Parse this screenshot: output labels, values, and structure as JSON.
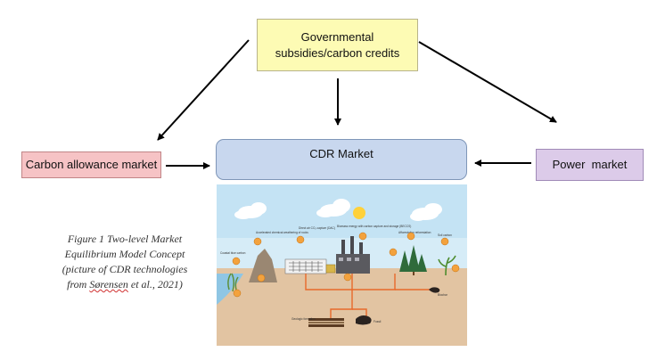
{
  "boxes": {
    "gov_line1": "Governmental",
    "gov_line2": "subsidies/carbon credits",
    "carbon_allowance": "Carbon allowance market",
    "cdr": "CDR Market",
    "power": "Power  market"
  },
  "caption": {
    "line1": "Figure 1 Two-level Market",
    "line2": "Equilibrium Model Concept",
    "line3": "(picture of CDR technologies",
    "line4_author": "Sørensen",
    "line4_rest": " et al., 2021)",
    "line4_prefix": "from "
  },
  "illustration": {
    "labels": {
      "coastal": "Coastal blue carbon",
      "weathering": "Accelerated chemical weathering of rocks",
      "dac": "Direct air CO₂ capture (DAC)",
      "beccs": "Biomass energy with carbon capture and storage (BECCS)",
      "afforestation": "Afforestation reforestation",
      "soil": "Soil carbon",
      "geologic": "Geologic formation",
      "biochar": "Biochar",
      "fossil": "Fossil"
    },
    "colors": {
      "sky": "#c4e3f4",
      "ground": "#e2c4a2",
      "pipe": "#e8692a",
      "badge": "#f3a23d"
    }
  },
  "colors": {
    "gov_fill": "#fdfbb4",
    "carbon_allowance_fill": "#f6c3c5",
    "cdr_fill": "#c8d7ee",
    "power_fill": "#dccbe9",
    "arrow": "#000000"
  }
}
